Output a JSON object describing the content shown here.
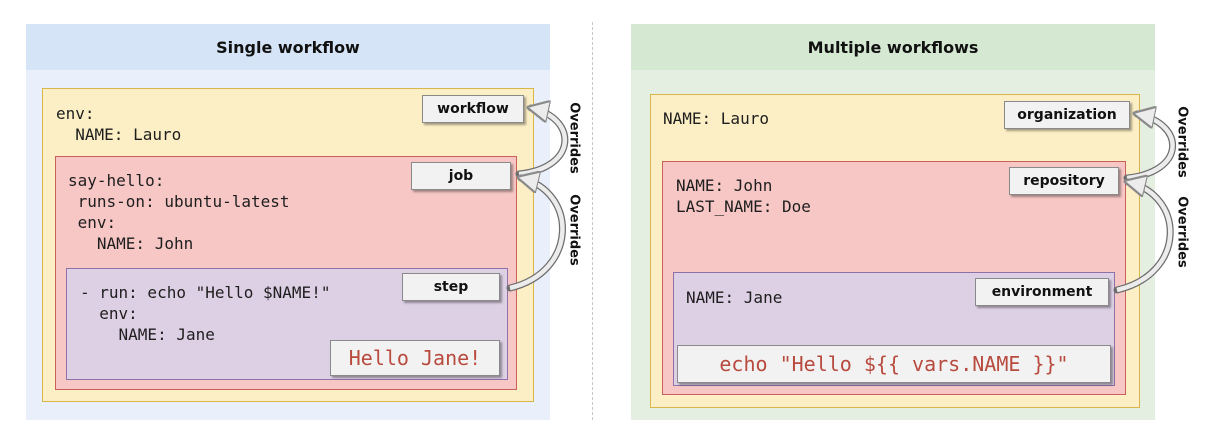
{
  "left": {
    "title": "Single workflow",
    "workflow": {
      "label": "workflow",
      "code": "env:\n  NAME: Lauro"
    },
    "job": {
      "label": "job",
      "code": "say-hello:\n runs-on: ubuntu-latest\n env:\n   NAME: John"
    },
    "step": {
      "label": "step",
      "code": "- run: echo \"Hello $NAME!\"\n  env:\n    NAME: Jane",
      "output": "Hello Jane!"
    },
    "overrides": [
      "Overrides",
      "Overrides"
    ]
  },
  "right": {
    "title": "Multiple workflows",
    "organization": {
      "label": "organization",
      "code": "NAME: Lauro"
    },
    "repository": {
      "label": "repository",
      "code": "NAME: John\nLAST_NAME: Doe"
    },
    "environment": {
      "label": "environment",
      "code": "NAME: Jane",
      "output": "echo \"Hello ${{ vars.NAME }}\""
    },
    "overrides": [
      "Overrides",
      "Overrides"
    ]
  },
  "colors": {
    "left_header": "#d5e4f7",
    "left_body": "#e9f0fb",
    "right_header": "#d4e8d2",
    "right_body": "#e4efe2",
    "workflow_fill": "#fcefc5",
    "workflow_border": "#d8b64a",
    "job_fill": "#f6c7c5",
    "job_border": "#c9605a",
    "step_fill": "#ddd0e5",
    "step_border": "#9073a6",
    "output_text": "#b84a3e"
  }
}
